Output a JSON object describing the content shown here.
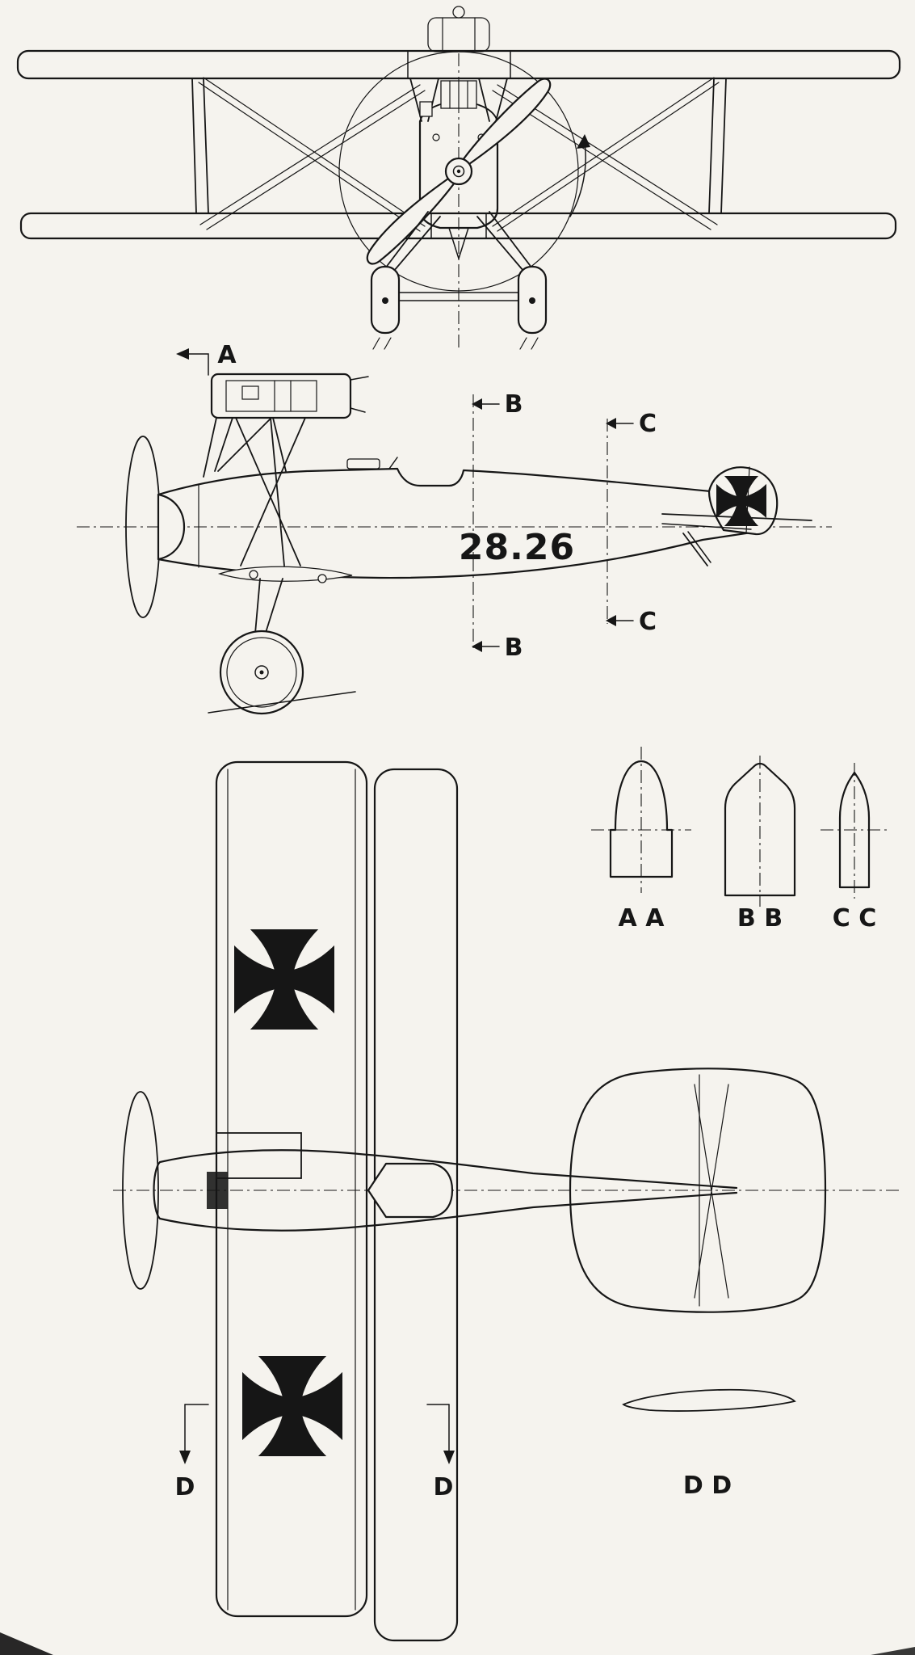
{
  "colors": {
    "paper": "#f5f3ee",
    "ink": "#161616"
  },
  "labels": {
    "section_marker_a": "A",
    "section_marker_b_top": "B",
    "section_marker_b_bottom": "B",
    "section_marker_c_top": "C",
    "section_marker_c_bottom": "C",
    "section_marker_d_left": "D",
    "section_marker_d_right": "D",
    "section_aa": "A A",
    "section_bb": "B B",
    "section_cc": "C C",
    "section_dd": "D D",
    "fuselage_number": "28.26"
  }
}
